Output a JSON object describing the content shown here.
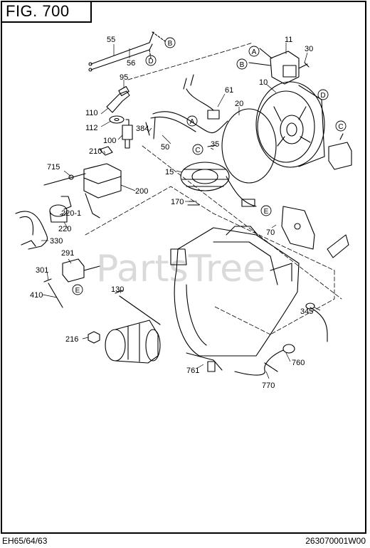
{
  "figure": {
    "title": "FIG. 700"
  },
  "footer": {
    "model": "EH65/64/63",
    "doc_number": "263070001W00"
  },
  "watermark": "PartsTree",
  "callouts": [
    {
      "id": "p55",
      "text": "55"
    },
    {
      "id": "p56",
      "text": "56"
    },
    {
      "id": "p11",
      "text": "11"
    },
    {
      "id": "p30",
      "text": "30"
    },
    {
      "id": "p95",
      "text": "95"
    },
    {
      "id": "p10",
      "text": "10"
    },
    {
      "id": "p61",
      "text": "61"
    },
    {
      "id": "p20",
      "text": "20"
    },
    {
      "id": "p110",
      "text": "110"
    },
    {
      "id": "p112",
      "text": "112"
    },
    {
      "id": "p384",
      "text": "384"
    },
    {
      "id": "p100",
      "text": "100"
    },
    {
      "id": "p50",
      "text": "50"
    },
    {
      "id": "p35",
      "text": "35"
    },
    {
      "id": "p210",
      "text": "210"
    },
    {
      "id": "p715",
      "text": "715"
    },
    {
      "id": "p15",
      "text": "15"
    },
    {
      "id": "p200",
      "text": "200"
    },
    {
      "id": "p170",
      "text": "170"
    },
    {
      "id": "p2201",
      "text": "220-1"
    },
    {
      "id": "p220",
      "text": "220"
    },
    {
      "id": "p330",
      "text": "330"
    },
    {
      "id": "p70",
      "text": "70"
    },
    {
      "id": "p291",
      "text": "291"
    },
    {
      "id": "p301",
      "text": "301"
    },
    {
      "id": "p410",
      "text": "410"
    },
    {
      "id": "p130",
      "text": "130"
    },
    {
      "id": "p345",
      "text": "345"
    },
    {
      "id": "p216",
      "text": "216"
    },
    {
      "id": "p760",
      "text": "760"
    },
    {
      "id": "p761",
      "text": "761"
    },
    {
      "id": "p770",
      "text": "770"
    }
  ],
  "connectors": [
    {
      "id": "cB1",
      "text": "B"
    },
    {
      "id": "cD1",
      "text": "D"
    },
    {
      "id": "cA1",
      "text": "A"
    },
    {
      "id": "cB2",
      "text": "B"
    },
    {
      "id": "cD2",
      "text": "D"
    },
    {
      "id": "cC1",
      "text": "C"
    },
    {
      "id": "cA2",
      "text": "A"
    },
    {
      "id": "cC2",
      "text": "C"
    },
    {
      "id": "cE1",
      "text": "E"
    },
    {
      "id": "cE2",
      "text": "E"
    }
  ]
}
